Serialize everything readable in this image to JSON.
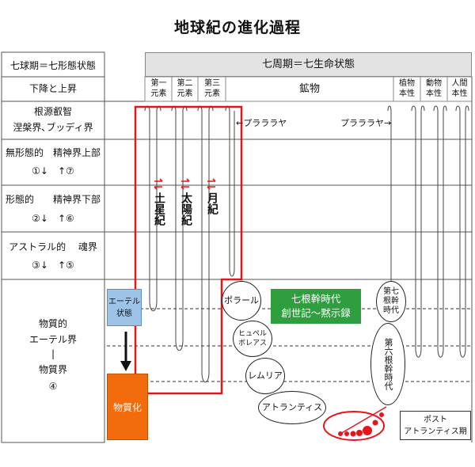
{
  "title": "地球紀の進化過程",
  "left_header": {
    "line1": "七球期＝七形態状態",
    "line2": "下降と上昇"
  },
  "top_header": "七周期＝七生命状態",
  "columns": {
    "c1": [
      "第一",
      "元素"
    ],
    "c2": [
      "第二",
      "元素"
    ],
    "c3": [
      "第三",
      "元素"
    ],
    "mineral": "鉱物",
    "plant": [
      "植物",
      "本性"
    ],
    "animal": [
      "動物",
      "本性"
    ],
    "human": [
      "人間",
      "本性"
    ]
  },
  "rows": {
    "r1": [
      "根源叡智",
      "涅槃界､ブッディ界"
    ],
    "r2": [
      "無形態的　精神界上部",
      "①↓　↑⑦"
    ],
    "r3": [
      "形態的　　精神界下部",
      "②↓　↑⑥"
    ],
    "r4": [
      "アストラル的　 魂界",
      "③↓　↑⑤"
    ],
    "r5": [
      "物質的",
      "エーテル界",
      "|",
      "物質界",
      "④"
    ]
  },
  "pralaya_left": "←プラララヤ",
  "pralaya_right": "プラララヤ→",
  "kiki": {
    "saturn": "土星紀",
    "sun": "太陽紀",
    "moon": "月紀"
  },
  "etheric_state": [
    "エーテル",
    "状態"
  ],
  "materialize": "物質化",
  "seven_root": [
    "七根幹時代",
    "創世記～黙示録"
  ],
  "epochs": {
    "polar": "ポラール",
    "hyperborean": [
      "ヒュペル",
      "ボレアス"
    ],
    "lemuria": "レムリア",
    "atlantis": "アトランティス",
    "seventh": [
      "第七",
      "根幹",
      "時代"
    ],
    "sixth": "第六根幹時代"
  },
  "post_atlantis": [
    "ポスト",
    "アトランティス期"
  ],
  "colors": {
    "red": "#e8141b",
    "green": "#2f9e3f",
    "orange": "#f26c0d",
    "blue": "#9dc3e6",
    "header_gray": "#e3e3e3"
  }
}
